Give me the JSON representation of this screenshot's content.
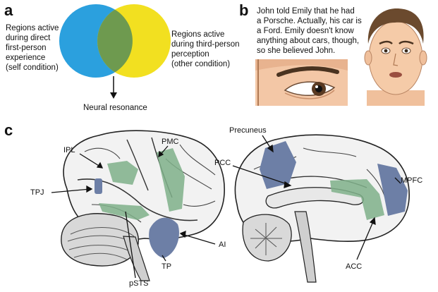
{
  "panels": {
    "a": {
      "letter": "a",
      "left_caption": [
        "Regions active",
        "during direct",
        "first-person",
        "experience",
        "(self condition)"
      ],
      "right_caption": [
        "Regions active",
        "during third-person",
        "perception",
        "(other condition)"
      ],
      "overlap_label": "Neural resonance",
      "colors": {
        "left_circle": "#2ba0de",
        "right_circle": "#f2e020",
        "overlap": "#6e9a4f"
      }
    },
    "b": {
      "letter": "b",
      "story": [
        "John told Emily that he had",
        "a Porsche. Actually, his car is",
        "a Ford. Emily doesn't know",
        "anything about cars, though,",
        "so she believed John."
      ]
    },
    "c": {
      "letter": "c",
      "lateral_labels": {
        "ipl": "IPL",
        "pmc": "PMC",
        "tpj": "TPJ",
        "ai": "AI",
        "tp": "TP",
        "psts": "pSTS"
      },
      "medial_labels": {
        "precuneus": "Precuneus",
        "pcc": "PCC",
        "mpfc": "MPFC",
        "acc": "ACC"
      },
      "colors": {
        "green_region": "#7fb08a",
        "blue_region": "#6d7fa6"
      }
    }
  }
}
